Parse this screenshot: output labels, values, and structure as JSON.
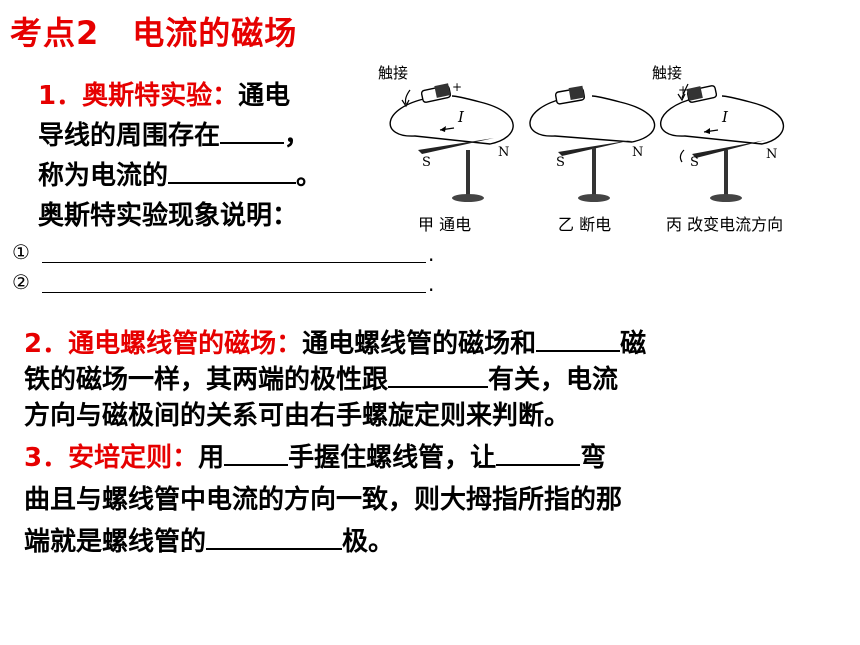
{
  "title": "考点2　电流的磁场",
  "s1": {
    "label": "1．奥斯特实验：",
    "l1": "通电",
    "l2": "导线的周围存在",
    "l2end": "，",
    "l3": "称为电流的",
    "l3end": "。",
    "l4": "奥斯特实验现象说明：",
    "n1": "①",
    "n2": "②",
    "dot": "."
  },
  "figure": {
    "touch1": "触接",
    "touch3": "触接",
    "current": "I",
    "s": "S",
    "n": "N",
    "plus": "+",
    "cap_a": "甲  通电",
    "cap_b": "乙  断电",
    "cap_c": "丙  改变电流方向"
  },
  "s2": {
    "label": "2．通电螺线管的磁场：",
    "l1a": "通电螺线管的磁场和",
    "l1b": "磁",
    "l2a": "铁的磁场一样，其两端的极性跟",
    "l2b": "有关，电流",
    "l3": "方向与磁极间的关系可由右手螺旋定则来判断。"
  },
  "s3": {
    "label": "3．安培定则：",
    "l1a": "用",
    "l1b": "手握住螺线管，让",
    "l1c": "弯",
    "l2": "曲且与螺线管中电流的方向一致，则大拇指所指的那",
    "l3a": "端就是螺线管的",
    "l3b": "极。"
  }
}
